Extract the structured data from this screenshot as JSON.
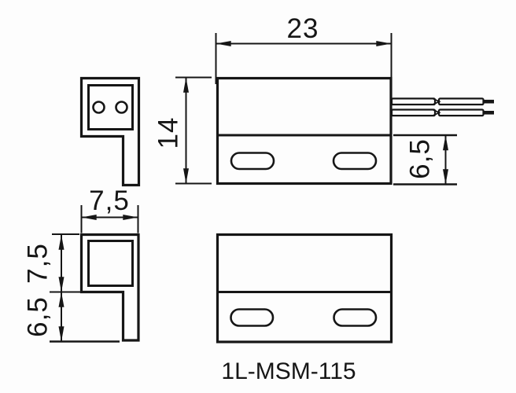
{
  "drawing": {
    "product_label": "1L-MSM-115",
    "dimensions": {
      "body_width": "23",
      "body_height": "14",
      "flange_height": "6,5",
      "side_width": "7,5",
      "side_head_height": "7,5",
      "side_leg_height": "6,5"
    },
    "colors": {
      "line": "#161616",
      "background": "#fdfdfd"
    }
  }
}
